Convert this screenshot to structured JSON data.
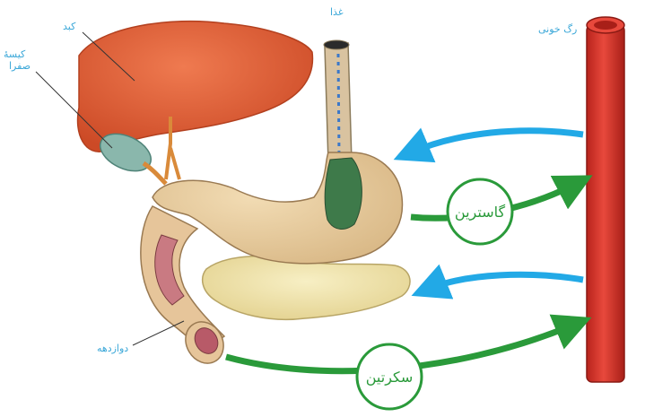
{
  "labels": {
    "liver": "کبد",
    "gallbladder_line1": "کیسهٔ",
    "gallbladder_line2": "صفرا",
    "food": "غذا",
    "blood_vessel": "رگ خونی",
    "duodenum": "دوازدهه"
  },
  "hormones": {
    "gastrin": "گاسترین",
    "secretin": "سکرتین"
  },
  "colors": {
    "label_blue": "#3aa7d8",
    "hormone_green": "#2a9a3a",
    "arrow_blue": "#22a9e6",
    "vessel_red": "#d9352b",
    "liver": "#e0603a",
    "stomach": "#e8c89a",
    "pancreas": "#efe2a8",
    "gallbladder": "#7fb3a8"
  }
}
